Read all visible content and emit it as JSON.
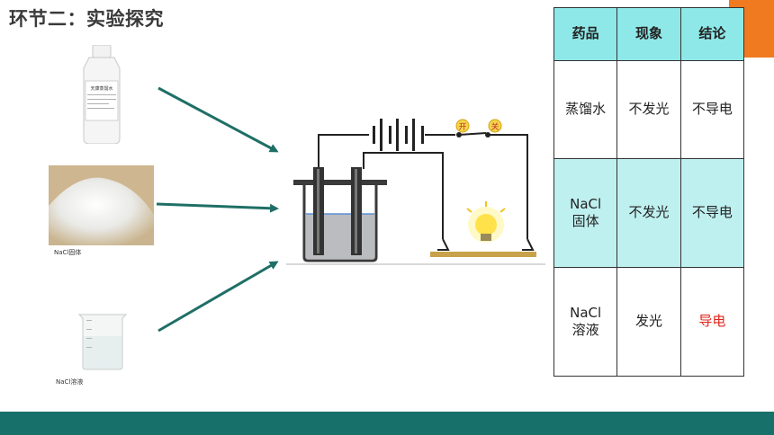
{
  "slide": {
    "title": "环节二：实验探究"
  },
  "images": {
    "bottle_label": "天康蒸馏水",
    "salt_caption": "NaCl固体",
    "beaker_caption": "NaCl溶液"
  },
  "circuit": {
    "switch_label_1": "开",
    "switch_label_2": "关"
  },
  "table": {
    "headers": [
      "药品",
      "现象",
      "结论"
    ],
    "rows": [
      {
        "substance": "蒸馏水",
        "phenomenon": "不发光",
        "conclusion": "不导电"
      },
      {
        "substance_line1": "NaCl",
        "substance_line2": "固体",
        "phenomenon": "不发光",
        "conclusion": "不导电"
      },
      {
        "substance_line1": "NaCl",
        "substance_line2": "溶液",
        "phenomenon": "发光",
        "conclusion": "导电"
      }
    ]
  },
  "colors": {
    "accent_orange": "#f07a1f",
    "footer_teal": "#17716a",
    "header_cyan": "#8fe8e8",
    "row_cyan": "#bff0f0",
    "conclusion_red": "#e0241b",
    "arrow_teal": "#1f6f66"
  }
}
